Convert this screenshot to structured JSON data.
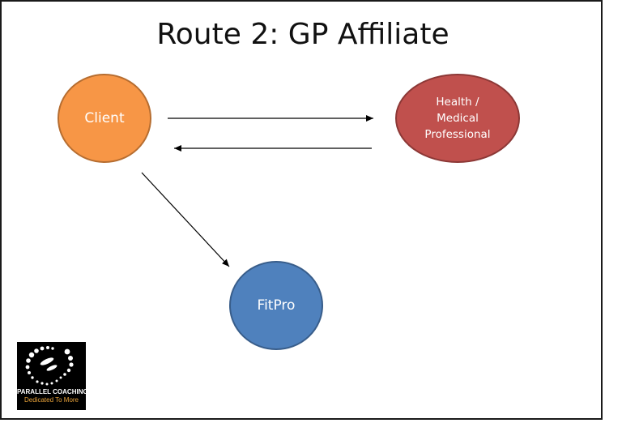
{
  "title": "Route 2: GP Affiliate",
  "nodes": {
    "client": {
      "label": "Client",
      "color": "#f79646",
      "stroke": "#b66d30"
    },
    "health": {
      "label": "Health / Medical Professional",
      "line1": "Health /",
      "line2": "Medical",
      "line3": "Professional",
      "color": "#c0504d",
      "stroke": "#8c3836"
    },
    "fitpro": {
      "label": "FitPro",
      "color": "#4f81bd",
      "stroke": "#385d8a"
    }
  },
  "edges": [
    {
      "from": "Client",
      "to": "Health / Medical Professional"
    },
    {
      "from": "Health / Medical Professional",
      "to": "Client"
    },
    {
      "from": "Client",
      "to": "FitPro"
    }
  ],
  "logo": {
    "brand": "PARALLEL COACHING",
    "tagline": "Dedicated To More",
    "accent": "#e8a23a"
  }
}
